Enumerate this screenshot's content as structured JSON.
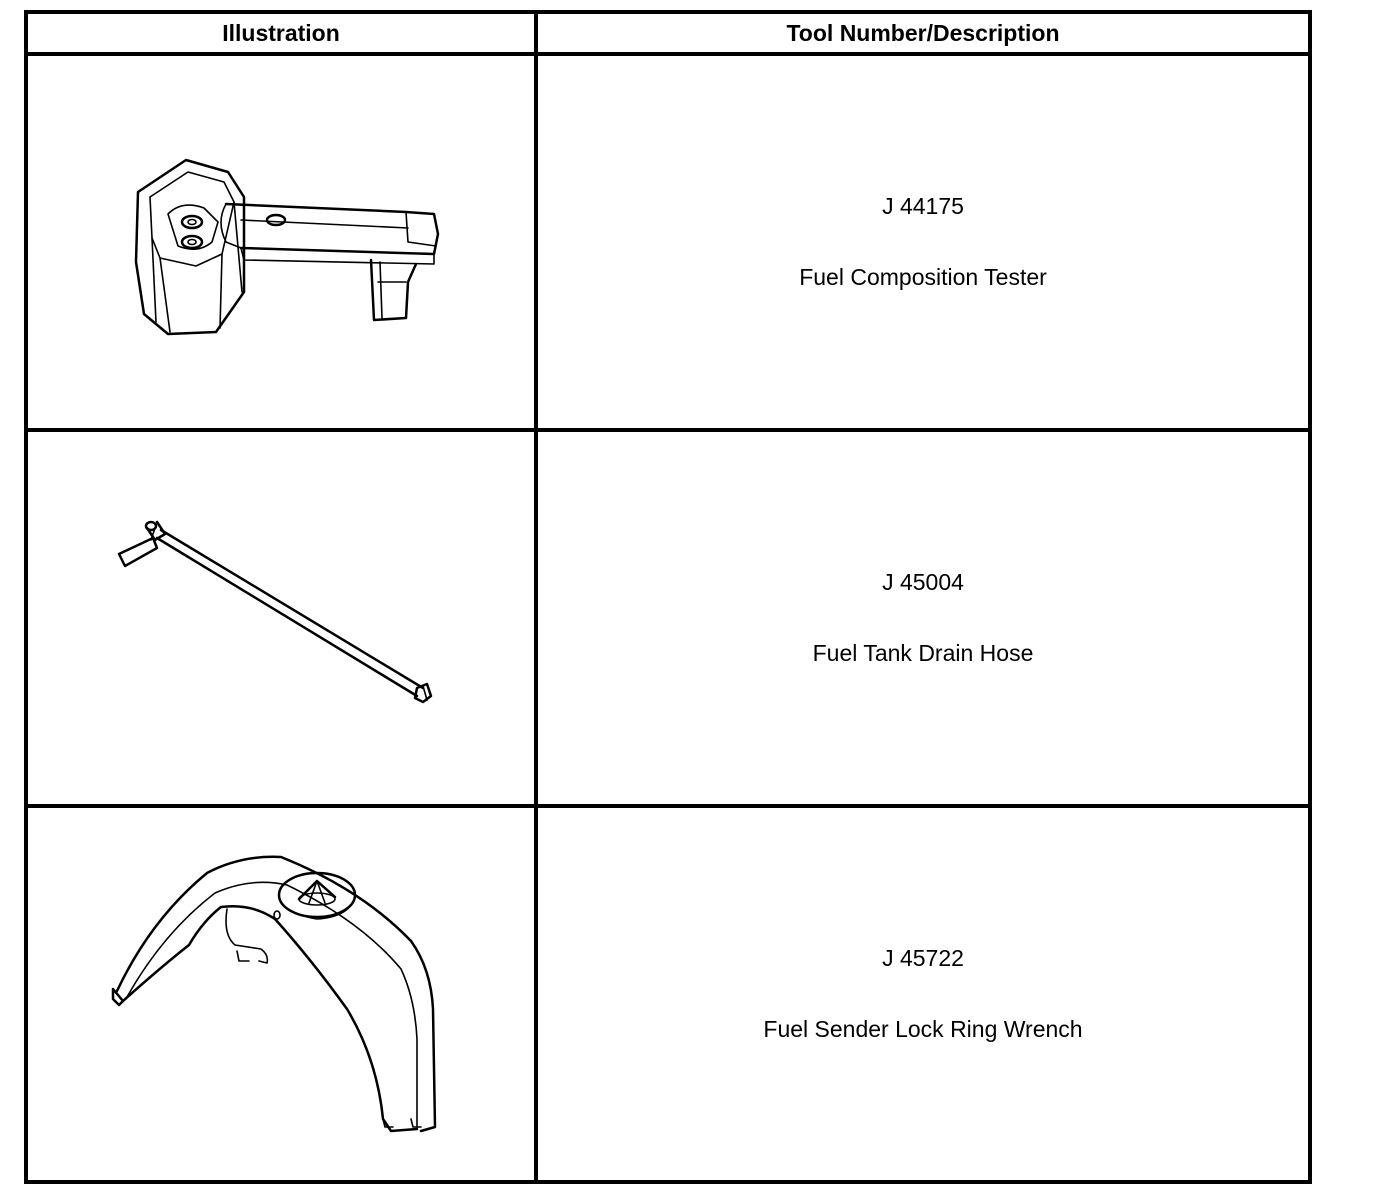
{
  "table": {
    "headers": {
      "illustration": "Illustration",
      "tool": "Tool Number/Description"
    },
    "rows": [
      {
        "tool_number": "J 44175",
        "description": "Fuel Composition Tester",
        "illustration_icon": "fuel-composition-tester-icon"
      },
      {
        "tool_number": "J 45004",
        "description": "Fuel Tank Drain Hose",
        "illustration_icon": "fuel-tank-drain-hose-icon"
      },
      {
        "tool_number": "J 45722",
        "description": "Fuel Sender Lock Ring Wrench",
        "illustration_icon": "lock-ring-wrench-icon"
      }
    ]
  }
}
